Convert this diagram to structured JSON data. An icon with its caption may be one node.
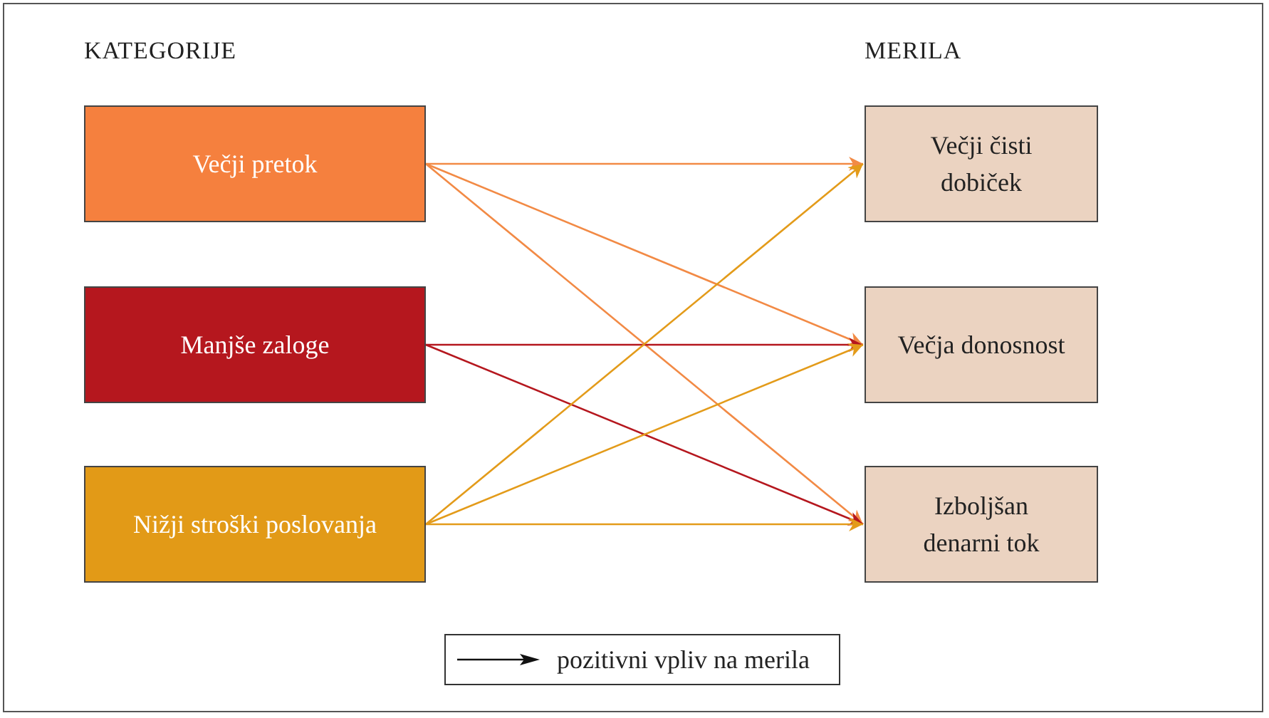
{
  "diagram": {
    "nodes": [
      {
        "text": [
          "Večji pretok"
        ]
      },
      {
        "text": [
          "Manjše zaloge"
        ]
      },
      {
        "text": [
          "Nižji stroški poslovanja"
        ]
      },
      {
        "text": [
          "Večji čisti dobiček"
        ]
      },
      {
        "text": [
          "Večja donosnost"
        ]
      },
      {
        "text": [
          "Izboljšan denarni tok"
        ]
      }
    ],
    "edges": [
      {
        "from": 0,
        "to": 3,
        "arrow": "to",
        "color": "#f28a45"
      },
      {
        "from": 0,
        "to": 4,
        "arrow": "to",
        "color": "#f28a45"
      },
      {
        "from": 0,
        "to": 5,
        "arrow": "to",
        "color": "#f28a45"
      },
      {
        "from": 1,
        "to": 4,
        "arrow": "to",
        "color": "#b5171e"
      },
      {
        "from": 1,
        "to": 5,
        "arrow": "to",
        "color": "#b5171e"
      },
      {
        "from": 2,
        "to": 3,
        "arrow": "to",
        "color": "#e39b1a"
      },
      {
        "from": 2,
        "to": 4,
        "arrow": "to",
        "color": "#e39b1a"
      },
      {
        "from": 2,
        "to": 5,
        "arrow": "to",
        "color": "#e39b1a"
      }
    ],
    "labels": [
      "KATEGORIJE",
      "MERILA"
    ],
    "legend": [
      {
        "text": "pozitivni vpliv na merila"
      }
    ]
  }
}
